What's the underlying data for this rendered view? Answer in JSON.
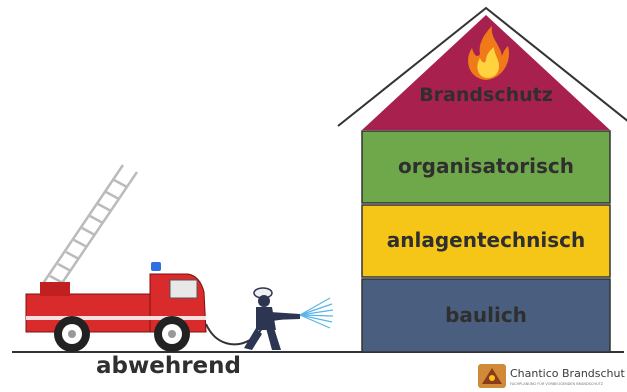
{
  "house": {
    "roof_label": "Brandschutz",
    "layers": [
      {
        "label": "organisatorisch",
        "color": "#6fa84b"
      },
      {
        "label": "anlagentechnisch",
        "color": "#f5c518"
      },
      {
        "label": "baulich",
        "color": "#4a5f7f"
      }
    ],
    "roof_color": "#a8204e"
  },
  "fire_department_label": "abwehrend",
  "logo": {
    "name": "Chantico Brandschut",
    "tagline": "FACHPLANUNG FÜR VORBEUGENDEN BRANDSCHUTZ"
  },
  "colors": {
    "truck": "#d92b2b",
    "ground": "#333333",
    "firefighter": "#2c3552",
    "water": "#5ab4e8"
  }
}
